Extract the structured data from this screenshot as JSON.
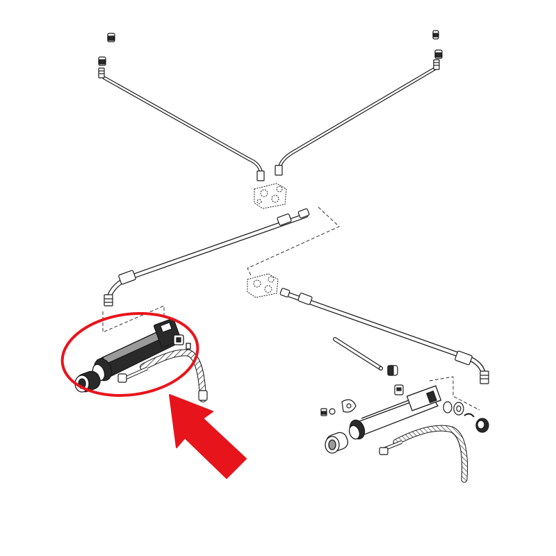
{
  "diagram": {
    "description_label": "",
    "colors": {
      "line": "#1a1a1a",
      "fill_light": "#ffffff",
      "fill_dark": "#2a2a2a",
      "fill_mid": "#9a9a9a",
      "highlight": "#e8141b",
      "background": "#ffffff"
    },
    "highlight": {
      "shape": "ellipse",
      "target": "steering-cylinder-assembly"
    },
    "arrow": {
      "direction": "up-left",
      "target": "steering-cylinder-assembly"
    }
  }
}
